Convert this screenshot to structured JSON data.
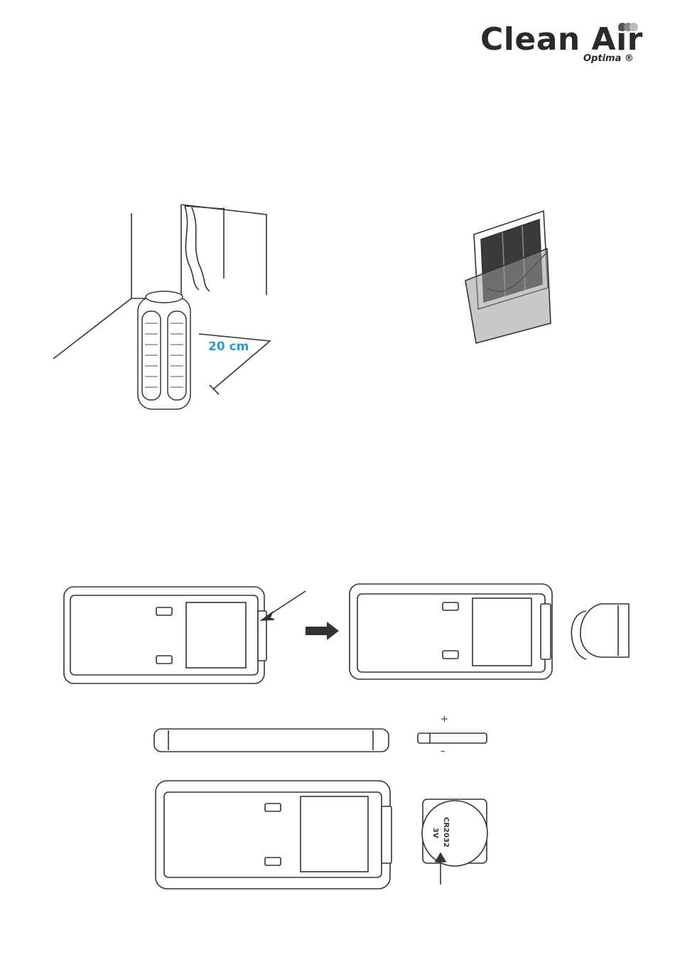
{
  "brand": {
    "name": "Clean Air",
    "sub": "Optima ®"
  },
  "figure_placement": {
    "distance_label": "20 cm"
  },
  "figure_battery": {
    "plus": "+",
    "minus": "–",
    "battery_text_1": "CR2032",
    "battery_text_2": "3V"
  },
  "colors": {
    "accent": "#2f9ad3",
    "line": "#333333"
  }
}
